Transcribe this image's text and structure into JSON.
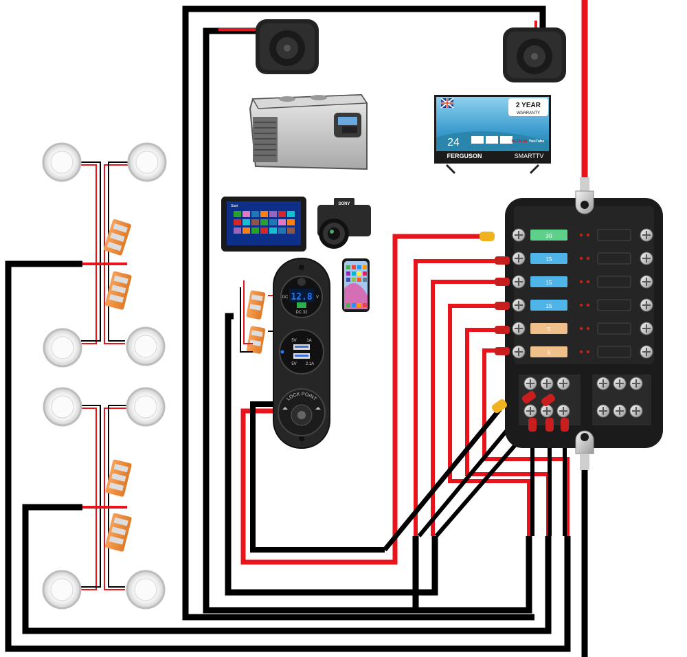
{
  "colors": {
    "positive_wire": "#e8141b",
    "negative_wire": "#000000",
    "fuse_30": "#5fd08a",
    "fuse_15": "#4fb4e8",
    "fuse_5": "#f0c08a",
    "fuse_box_body": "#1b1b1b",
    "usb_display": "#1e7bff"
  },
  "fuse_box": {
    "fuses": [
      {
        "rating": "30"
      },
      {
        "rating": "15"
      },
      {
        "rating": "15"
      },
      {
        "rating": "15"
      },
      {
        "rating": "5"
      },
      {
        "rating": "5"
      }
    ]
  },
  "tv": {
    "warranty_big": "2 YEAR",
    "warranty_small": "WARRANTY",
    "size": "24",
    "brand": "FERGUSON",
    "smart": "SMARTTV",
    "apps": [
      "NETFLIX",
      "YouTube"
    ]
  },
  "tablet": {
    "start_label": "Start"
  },
  "usb_panel": {
    "voltmeter_reading": "12.8",
    "voltmeter_unit": "V",
    "voltmeter_dc_left": "DC",
    "voltmeter_dc_bottom": "DC 32",
    "usb1_label_v": "5V",
    "usb1_label_a": "1A",
    "usb2_label_v": "5V",
    "usb2_label_a": "2.1A",
    "lock_text": "LOCK POINT"
  },
  "camera": {
    "brand": "SONY"
  },
  "icons": [
    "cigarette-socket-icon",
    "fridge-icon",
    "tv-icon",
    "tablet-icon",
    "camera-icon",
    "phone-icon",
    "usb-panel-icon",
    "fuse-box-icon",
    "led-light-icon",
    "wago-connector-icon",
    "ring-terminal-icon"
  ]
}
